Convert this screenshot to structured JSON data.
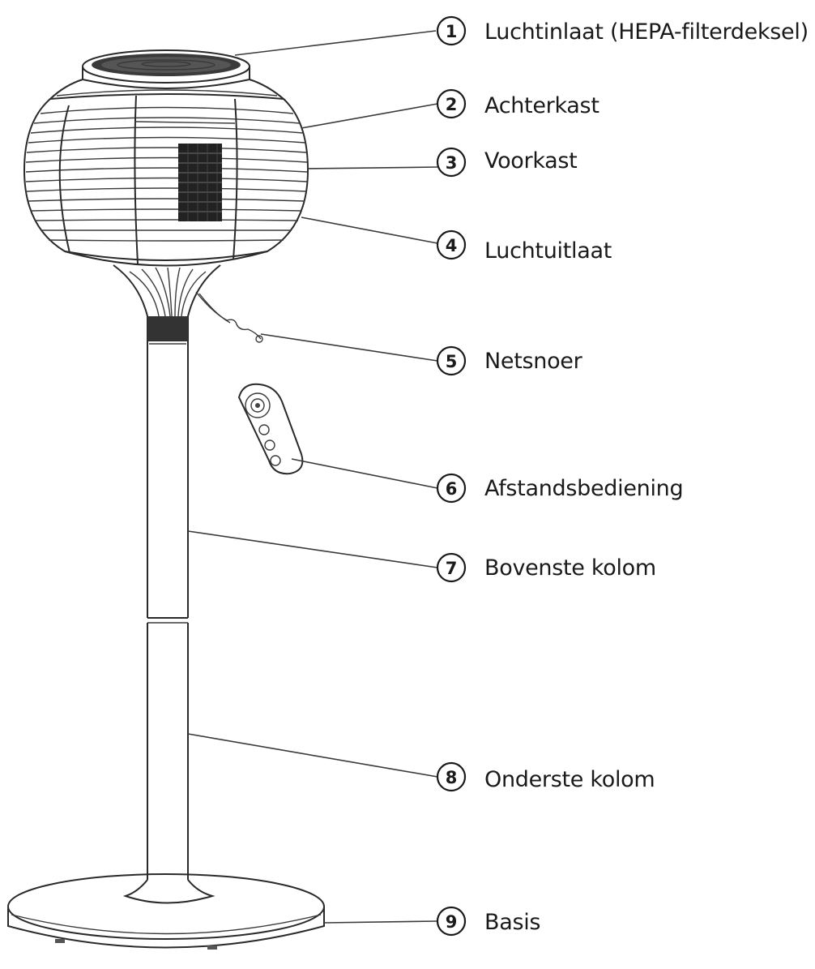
{
  "callouts": [
    {
      "number": "1",
      "label": "Luchtinlaat (HEPA-filterdeksel)"
    },
    {
      "number": "2",
      "label": "Achterkast"
    },
    {
      "number": "3",
      "label": "Voorkast"
    },
    {
      "number": "4",
      "label": "Luchtuitlaat"
    },
    {
      "number": "5",
      "label": "Netsnoer"
    },
    {
      "number": "6",
      "label": "Afstandsbediening"
    },
    {
      "number": "7",
      "label": "Bovenste kolom"
    },
    {
      "number": "8",
      "label": "Onderste kolom"
    },
    {
      "number": "9",
      "label": "Basis"
    }
  ]
}
